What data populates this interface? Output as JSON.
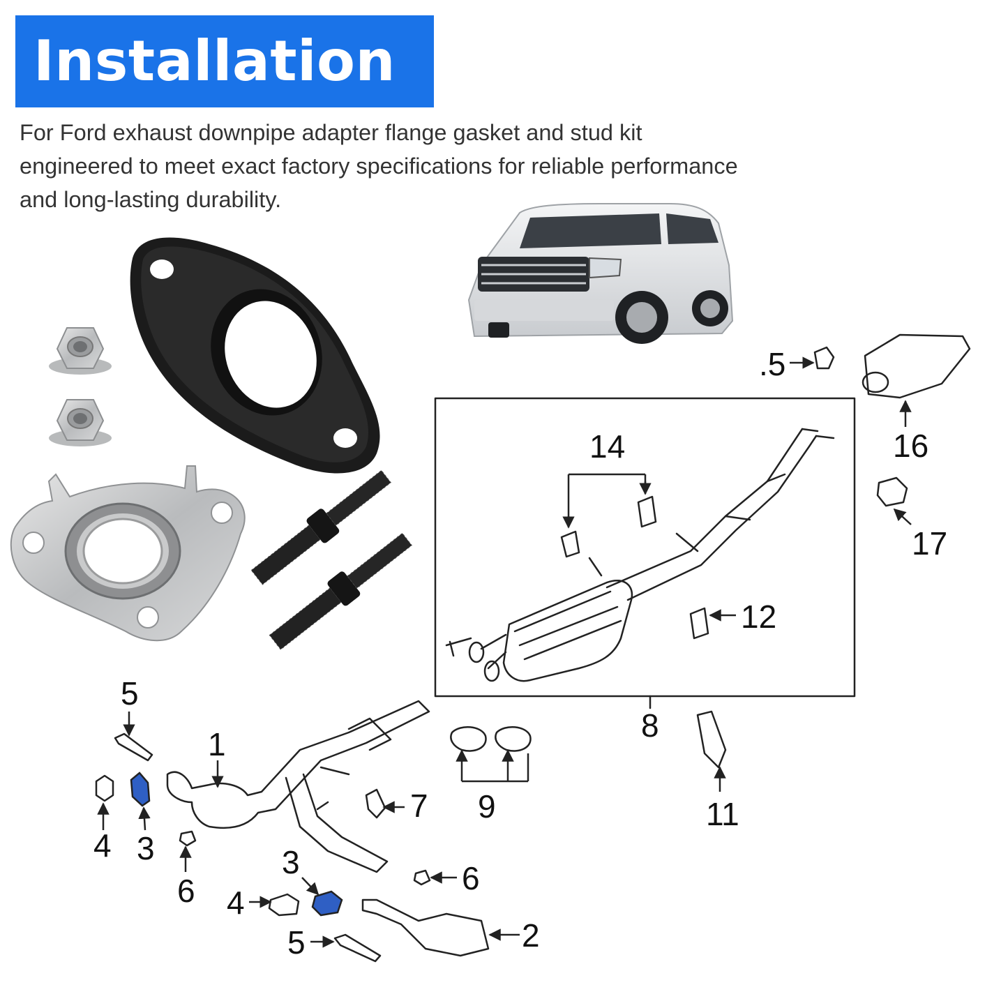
{
  "header": {
    "title": "Installation",
    "description": "For Ford exhaust downpipe adapter flange gasket and stud kit engineered to meet exact factory specifications for reliable performance and long-lasting durability."
  },
  "colors": {
    "banner": "#1a73e8",
    "highlight_part": "#2f5fc4",
    "flange": "#1b1b1b",
    "line": "#222222"
  },
  "diagram": {
    "callouts": {
      "c1": "1",
      "c2": "2",
      "c3a": "3",
      "c3b": "3",
      "c4a": "4",
      "c4b": "4",
      "c5a": "5",
      "c5b": "5",
      "c5c": ".5",
      "c6a": "6",
      "c6b": "6",
      "c7": "7",
      "c8": "8",
      "c9": "9",
      "c11": "11",
      "c12": "12",
      "c14": "14",
      "c16": "16",
      "c17": "17"
    }
  }
}
